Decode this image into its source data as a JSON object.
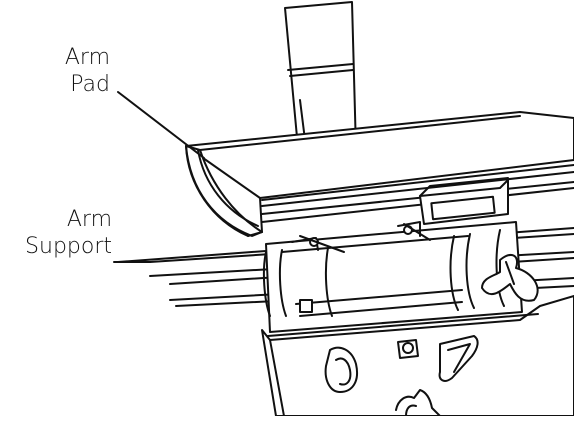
{
  "callouts": {
    "arm_pad": {
      "line1": "Arm",
      "line2": "Pad"
    },
    "arm_support": {
      "line1": "Arm",
      "line2": "Support"
    }
  },
  "colors": {
    "line": "#111111",
    "fill": "#ffffff",
    "shade": "#e8e8e8"
  }
}
